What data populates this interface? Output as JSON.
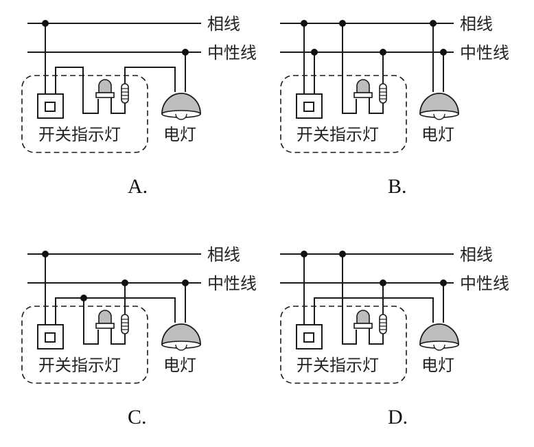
{
  "labels": {
    "live_wire": "相线",
    "neutral_wire": "中性线",
    "indicator_switch": "开关指示灯",
    "lamp": "电灯"
  },
  "options": [
    {
      "id": "A",
      "label": "A.",
      "live_taps": [
        "switch"
      ],
      "neutral_taps": [
        "lamp"
      ],
      "description": "Switch from live; switch output -> LED -> resistor -> lamp -> neutral (indicator in series with lamp)"
    },
    {
      "id": "B",
      "label": "B.",
      "live_taps": [
        "switch",
        "led",
        "lamp"
      ],
      "neutral_taps": [
        "switch",
        "resistor",
        "lamp"
      ],
      "description": "Switch, indicator and lamp each independently across live and neutral"
    },
    {
      "id": "C",
      "label": "C.",
      "live_taps": [
        "switch"
      ],
      "neutral_taps": [
        "resistor",
        "lamp"
      ],
      "description": "Switch from live; switch output feeds lamp with indicator branch tapped (node) in parallel"
    },
    {
      "id": "D",
      "label": "D.",
      "live_taps": [
        "switch",
        "led"
      ],
      "neutral_taps": [
        "resistor",
        "lamp"
      ],
      "description": "Indicator always across live/neutral; switch controls lamp"
    }
  ],
  "colors": {
    "ink": "#1a1a1a",
    "fill": "#bdbdbd"
  }
}
